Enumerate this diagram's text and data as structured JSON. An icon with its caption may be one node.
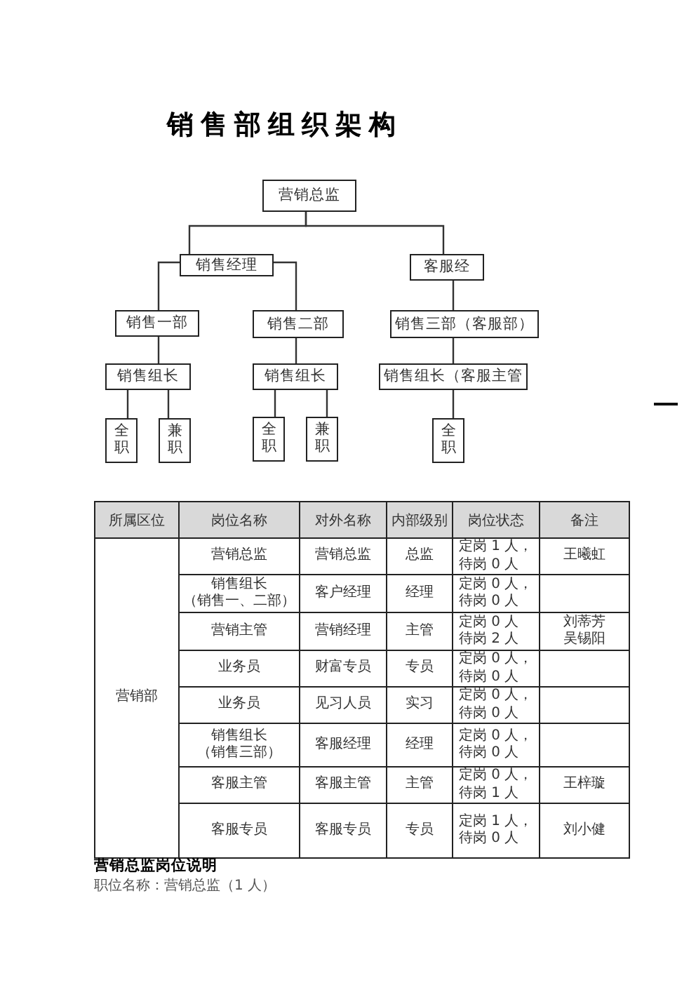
{
  "diagram": {
    "title": "销售部组织架构",
    "nodes": [
      {
        "text": [
          "营销总监"
        ]
      },
      {
        "text": [
          "销售经理"
        ]
      },
      {
        "text": [
          "客服经"
        ]
      },
      {
        "text": [
          "销售一部"
        ]
      },
      {
        "text": [
          "销售二部"
        ]
      },
      {
        "text": [
          "销售三部（客服部）"
        ]
      },
      {
        "text": [
          "销售组长"
        ]
      },
      {
        "text": [
          "销售组长"
        ]
      },
      {
        "text": [
          "销售组长（客服主管"
        ]
      },
      {
        "text": [
          "全职"
        ]
      },
      {
        "text": [
          "兼职"
        ]
      },
      {
        "text": [
          "全职"
        ]
      },
      {
        "text": [
          "兼职"
        ]
      },
      {
        "text": [
          "全职"
        ]
      }
    ],
    "edges": [
      {
        "from": 0,
        "to": 1,
        "arrow": "none"
      },
      {
        "from": 0,
        "to": 2,
        "arrow": "none"
      },
      {
        "from": 1,
        "to": 3,
        "arrow": "none"
      },
      {
        "from": 1,
        "to": 4,
        "arrow": "none"
      },
      {
        "from": 2,
        "to": 5,
        "arrow": "none"
      },
      {
        "from": 3,
        "to": 6,
        "arrow": "none"
      },
      {
        "from": 4,
        "to": 7,
        "arrow": "none"
      },
      {
        "from": 5,
        "to": 8,
        "arrow": "none"
      },
      {
        "from": 6,
        "to": 9,
        "arrow": "none"
      },
      {
        "from": 6,
        "to": 10,
        "arrow": "none"
      },
      {
        "from": 7,
        "to": 11,
        "arrow": "none"
      },
      {
        "from": 7,
        "to": 12,
        "arrow": "none"
      },
      {
        "from": 8,
        "to": 13,
        "arrow": "none"
      }
    ],
    "labels": [
      "所属区位",
      "岗位名称",
      "对外名称",
      "内部级别",
      "岗位状态",
      "备注",
      "营销部",
      "营销总监",
      "营销总监",
      "总监",
      "定岗 1 人，待岗 0 人",
      "王曦虹",
      "销售组长（销售一、二部）",
      "客户经理",
      "经理",
      "定岗 0 人，待岗 0 人",
      "营销主管",
      "营销经理",
      "主管",
      "定岗 0 人待岗 2 人",
      "刘蒂芳",
      "吴锡阳",
      "业务员",
      "财富专员",
      "专员",
      "定岗 0 人，待岗 0 人",
      "业务员",
      "见习人员",
      "实习",
      "定岗 0 人，待岗 0 人",
      "销售组长（销售三部）",
      "客服经理",
      "经理",
      "定岗 0 人，待岗 0 人",
      "客服主管",
      "客服主管",
      "主管",
      "定岗 0 人，待岗 1 人",
      "王梓璇",
      "客服专员",
      "客服专员",
      "专员",
      "定岗 1 人，待岗 0 人",
      "刘小健",
      "营销总监岗位说明",
      "职位名称：营销总监（1 人）"
    ]
  }
}
